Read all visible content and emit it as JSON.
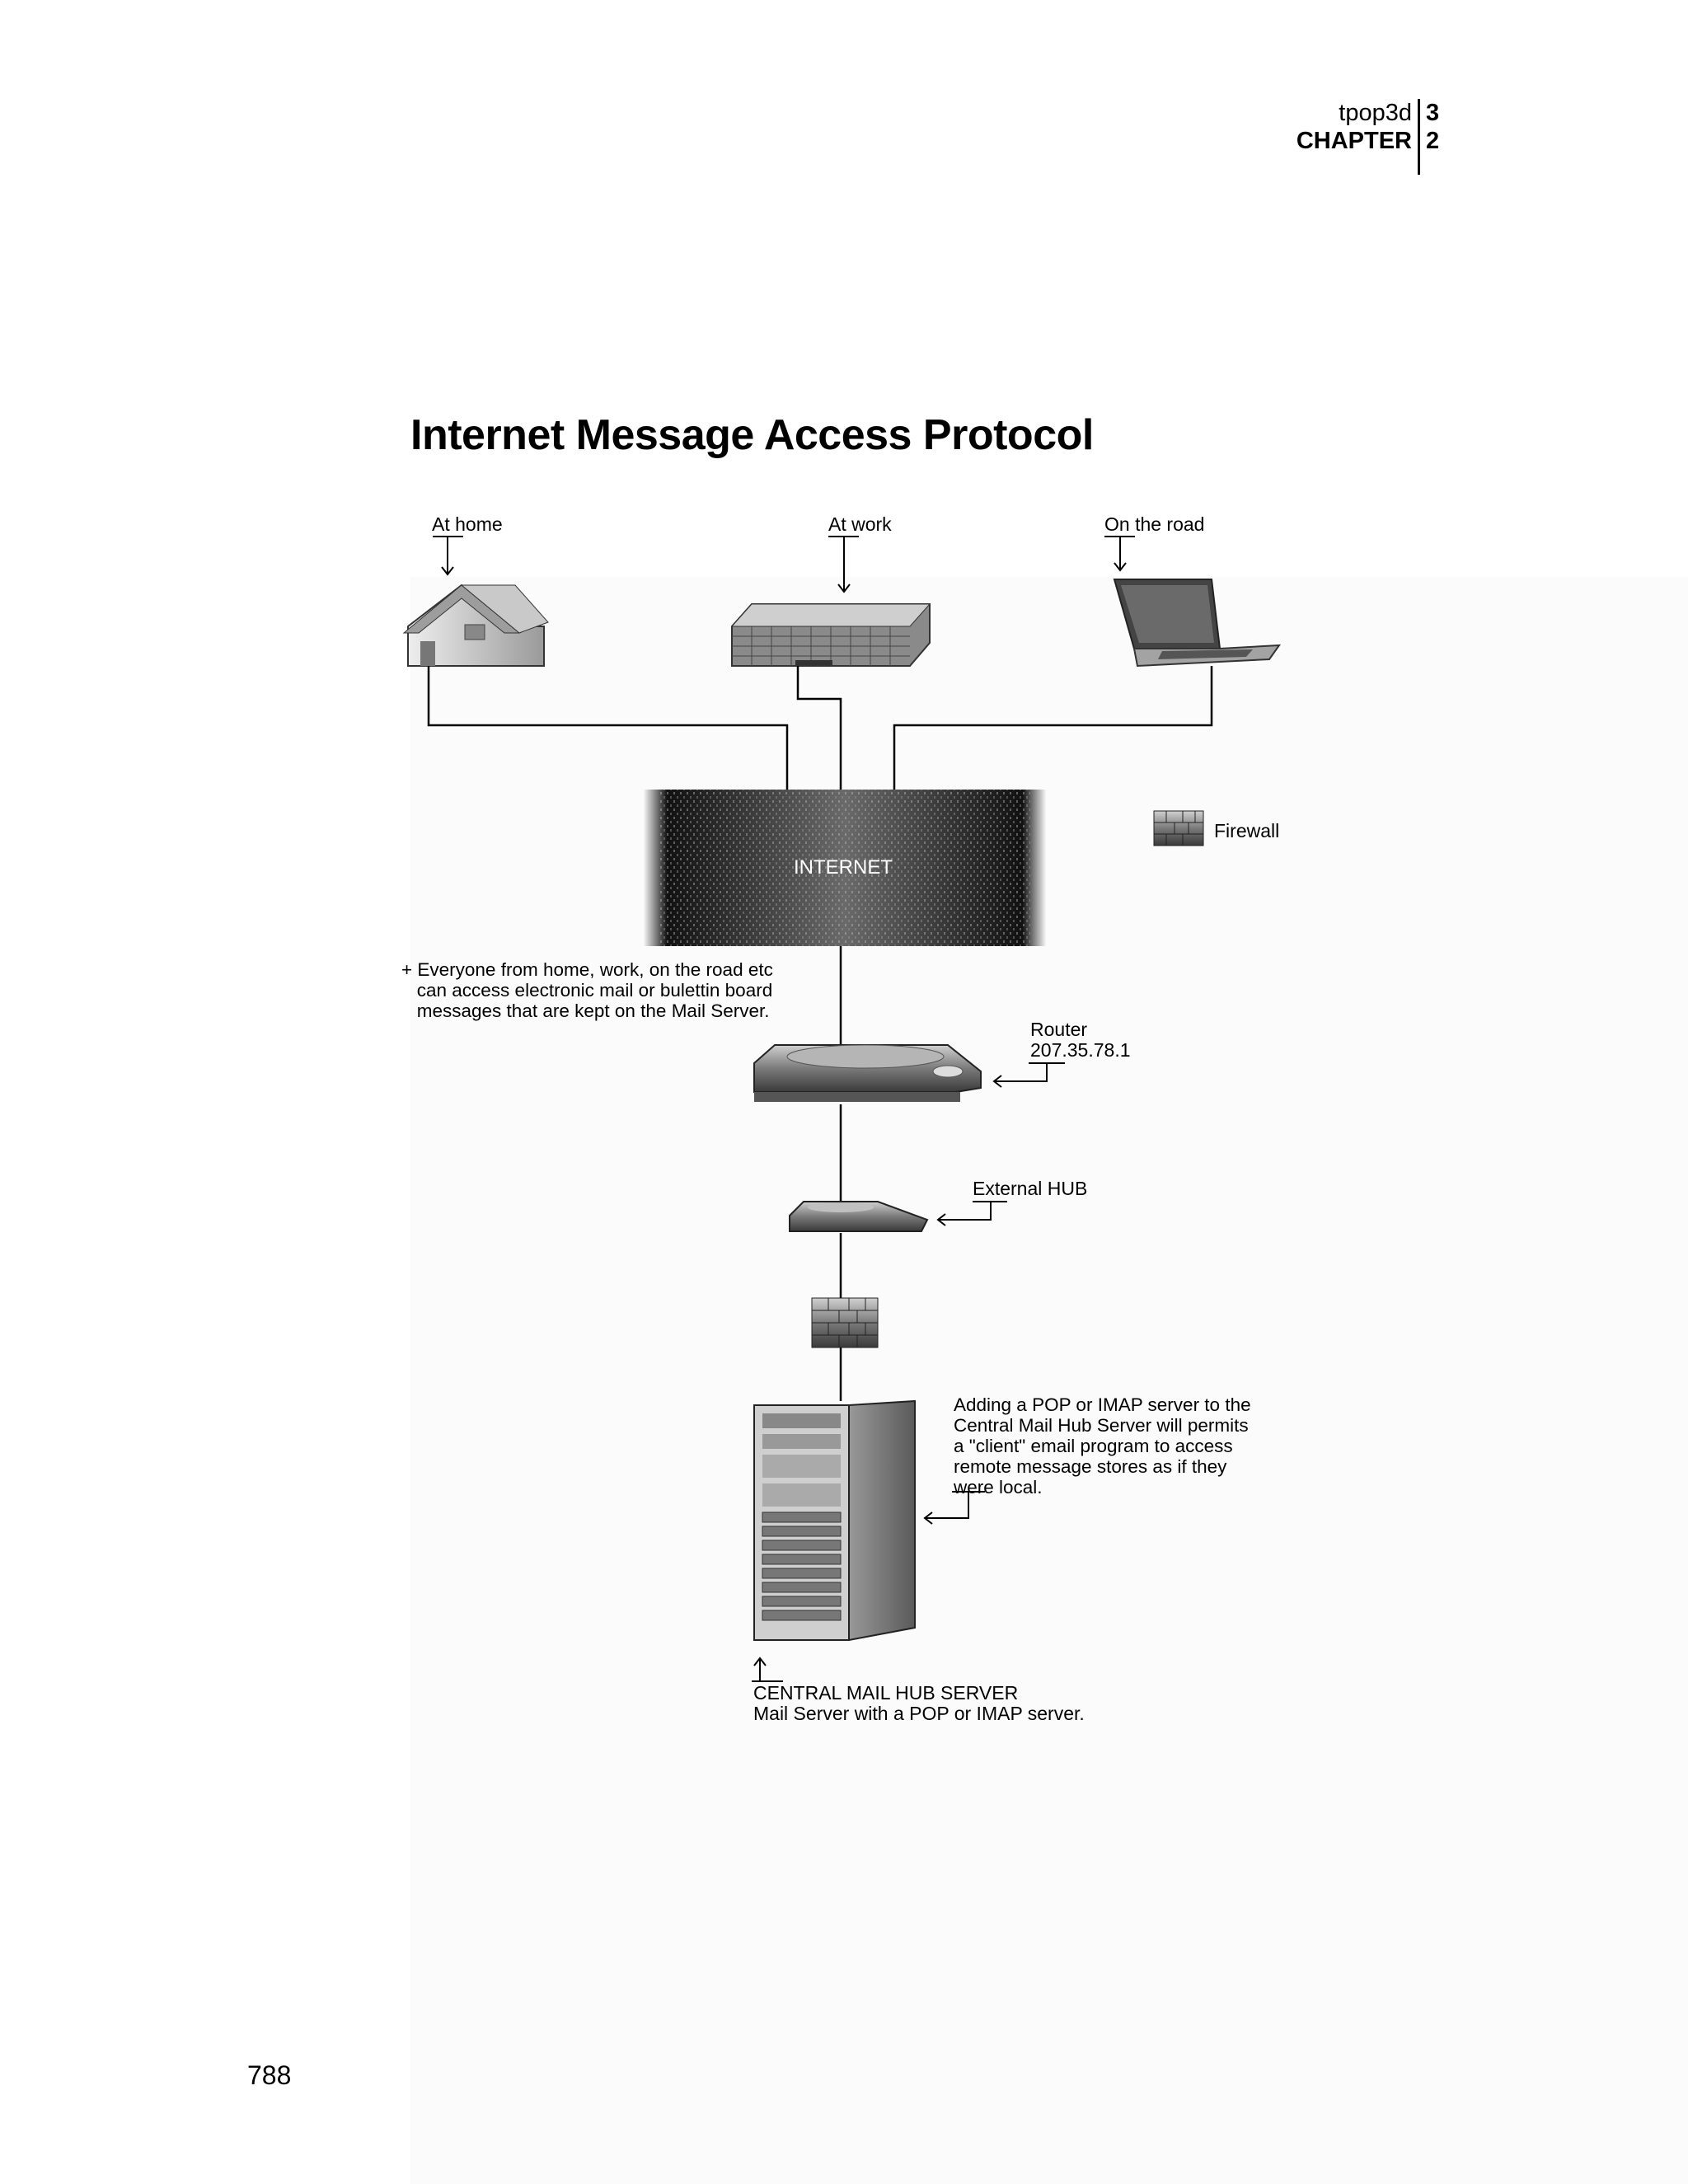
{
  "header": {
    "title": "tpop3d",
    "chapter_label": "CHAPTER",
    "number_top": "3",
    "number_bottom": "2"
  },
  "page_title": "Internet Message Access Protocol",
  "locations": {
    "home": "At home",
    "work": "At work",
    "road": "On the road"
  },
  "internet_label": "INTERNET",
  "firewall_label": "Firewall",
  "access_note": [
    "+ Everyone from home, work, on the road etc",
    "   can access electronic mail or bulettin board",
    "   messages that are kept on the Mail Server."
  ],
  "router": {
    "label": "Router",
    "ip": "207.35.78.1"
  },
  "hub_label": "External HUB",
  "pop_note": [
    "Adding a POP or IMAP server to the",
    "Central Mail Hub Server will permits",
    "a \"client\" email program to access",
    "remote message stores as if they",
    "were local."
  ],
  "server": {
    "title": "CENTRAL MAIL HUB SERVER",
    "subtitle": "Mail Server with a POP or IMAP  server."
  },
  "page_number": "788"
}
